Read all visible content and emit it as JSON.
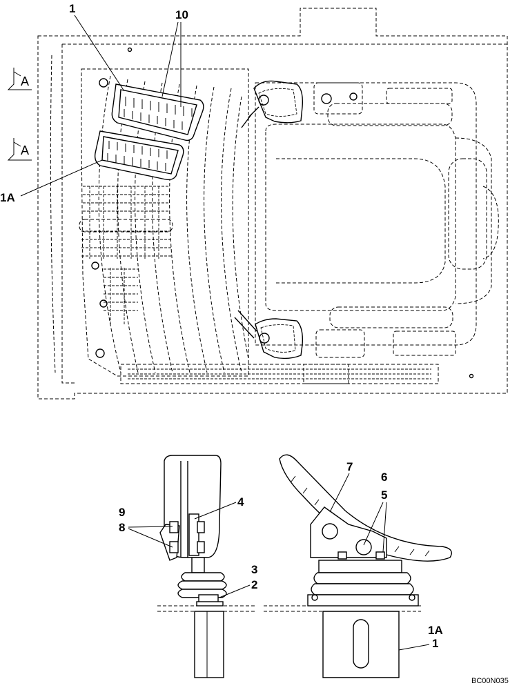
{
  "top_view": {
    "callouts": {
      "part_1": "1",
      "part_10": "10",
      "part_1a": "1A"
    },
    "section_markers": [
      "A",
      "A"
    ]
  },
  "side_views": {
    "left_callouts": [
      "9",
      "8",
      "4",
      "3",
      "2"
    ],
    "right_callouts": [
      "7",
      "6",
      "5",
      "1A",
      "1"
    ]
  },
  "drawing_code": "BC00N035"
}
